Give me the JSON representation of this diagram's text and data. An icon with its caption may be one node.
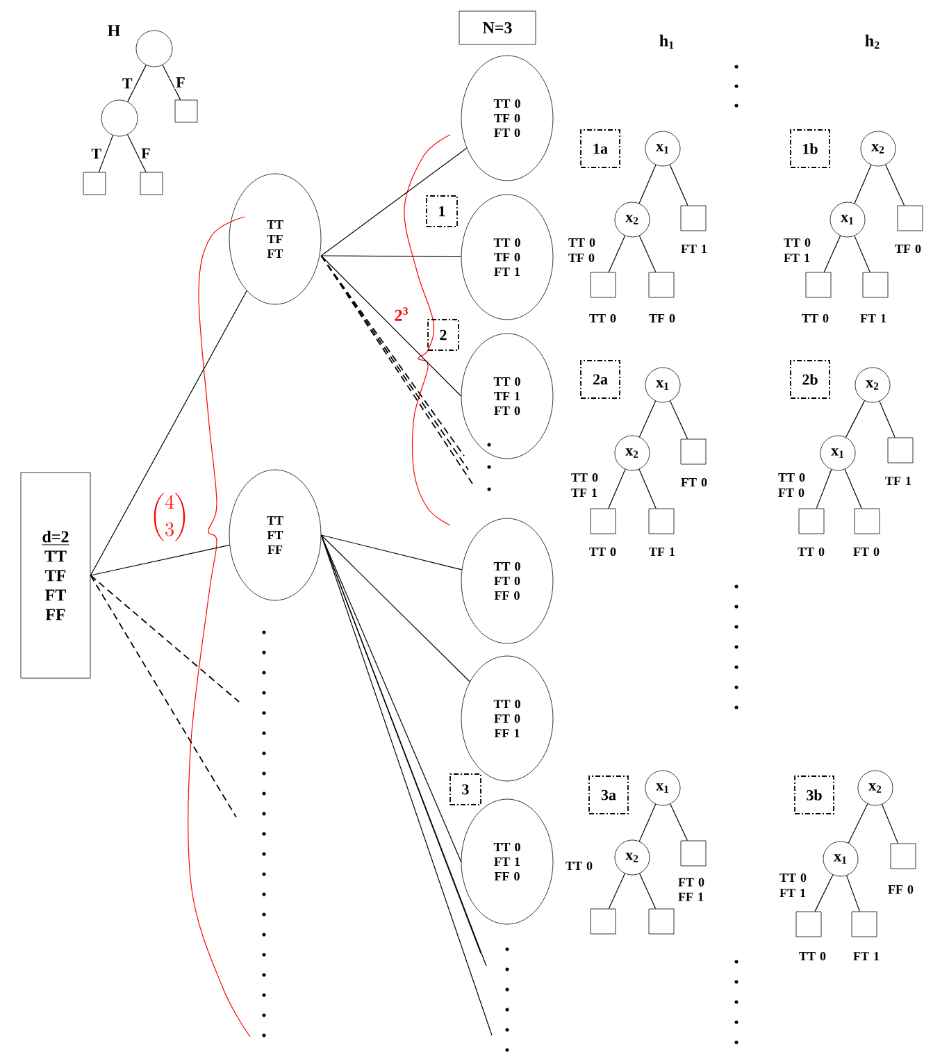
{
  "diagram": {
    "nodes": [
      {
        "text": [],
        "shape": "circle"
      },
      {
        "text": [],
        "shape": "circle"
      },
      {
        "text": [],
        "shape": "box"
      },
      {
        "text": [],
        "shape": "box"
      },
      {
        "text": [],
        "shape": "box"
      },
      {
        "text": [
          "N=3"
        ]
      },
      {
        "text": [
          "d=2",
          "TT TF FT FF"
        ]
      },
      {
        "text": [
          "TT TF FT"
        ]
      },
      {
        "text": [
          "TT FT FF"
        ]
      },
      {
        "text": [
          "TT 0 TF 0 FT 0"
        ]
      },
      {
        "text": [
          "TT 0 TF 0 FT 1"
        ]
      },
      {
        "text": [
          "TT 0 TF 1 FT 0"
        ]
      },
      {
        "text": [
          "TT 0 FT 0 FF 0"
        ]
      },
      {
        "text": [
          "TT 0 FT 0 FF 1"
        ]
      },
      {
        "text": [
          "TT 0 FT 1 FF 0"
        ]
      },
      {
        "text": [
          "1"
        ]
      },
      {
        "text": [
          "2"
        ]
      },
      {
        "text": [
          "3"
        ]
      },
      {
        "text": [
          "1a"
        ]
      },
      {
        "text": [
          "x$_{1}$"
        ]
      },
      {
        "text": [
          "x$_{2}$"
        ]
      },
      {
        "text": [],
        "shape": "box",
        "beside": [
          "FT 1"
        ]
      },
      {
        "text": [],
        "shape": "box",
        "beside": [
          "TT 0"
        ]
      },
      {
        "text": [],
        "shape": "box",
        "beside": [
          "TF 0"
        ]
      },
      {
        "text": [
          "1b"
        ]
      },
      {
        "text": [
          "x$_{2}$"
        ]
      },
      {
        "text": [
          "x$_{1}$"
        ]
      },
      {
        "text": [],
        "shape": "box",
        "beside": [
          "TF 0"
        ]
      },
      {
        "text": [],
        "shape": "box",
        "beside": [
          "TT 0"
        ]
      },
      {
        "text": [],
        "shape": "box",
        "beside": [
          "FT 1"
        ]
      },
      {
        "text": [
          "2a"
        ]
      },
      {
        "text": [
          "x$_{1}$"
        ]
      },
      {
        "text": [
          "x$_{2}$"
        ]
      },
      {
        "text": [],
        "shape": "box",
        "beside": [
          "FT 0"
        ]
      },
      {
        "text": [],
        "shape": "box",
        "beside": [
          "TT 0"
        ]
      },
      {
        "text": [],
        "shape": "box",
        "beside": [
          "TF 1"
        ]
      },
      {
        "text": [
          "2b"
        ]
      },
      {
        "text": [
          "x$_{2}$"
        ]
      },
      {
        "text": [
          "x$_{1}$"
        ]
      },
      {
        "text": [],
        "shape": "box",
        "beside": [
          "TF 1"
        ]
      },
      {
        "text": [],
        "shape": "box",
        "beside": [
          "TT 0"
        ]
      },
      {
        "text": [],
        "shape": "box",
        "beside": [
          "FT 0"
        ]
      },
      {
        "text": [
          "3a"
        ]
      },
      {
        "text": [
          "x$_{1}$"
        ]
      },
      {
        "text": [
          "x$_{2}$"
        ]
      },
      {
        "text": [],
        "shape": "box",
        "beside": [
          "FT 0 FF 1"
        ]
      },
      {
        "text": [],
        "shape": "box"
      },
      {
        "text": [],
        "shape": "box"
      },
      {
        "text": [
          "3b"
        ]
      },
      {
        "text": [
          "x$_{2}$"
        ]
      },
      {
        "text": [
          "x$_{1}$"
        ]
      },
      {
        "text": [],
        "shape": "box",
        "beside": [
          "FF 0"
        ]
      },
      {
        "text": [],
        "shape": "box",
        "beside": [
          "TT 0"
        ]
      },
      {
        "text": [],
        "shape": "box",
        "beside": [
          "FT 1"
        ]
      }
    ],
    "edges": [
      {
        "from": 0,
        "to": 1,
        "arrow": "none",
        "label": "T"
      },
      {
        "from": 0,
        "to": 2,
        "arrow": "none",
        "label": "F"
      },
      {
        "from": 1,
        "to": 3,
        "arrow": "none",
        "label": "T"
      },
      {
        "from": 1,
        "to": 4,
        "arrow": "none",
        "label": "F"
      },
      {
        "from": 6,
        "to": 7,
        "arrow": "none"
      },
      {
        "from": 6,
        "to": 8,
        "arrow": "none"
      },
      {
        "from": 6,
        "to": null,
        "arrow": "none",
        "style": "dashed"
      },
      {
        "from": 6,
        "to": null,
        "arrow": "none",
        "style": "dashed"
      },
      {
        "from": 7,
        "to": 9,
        "arrow": "none"
      },
      {
        "from": 7,
        "to": 10,
        "arrow": "none"
      },
      {
        "from": 7,
        "to": 11,
        "arrow": "none"
      },
      {
        "from": 7,
        "to": null,
        "arrow": "none",
        "style": "dashed"
      },
      {
        "from": 7,
        "to": null,
        "arrow": "none",
        "style": "dashed"
      },
      {
        "from": 7,
        "to": null,
        "arrow": "none",
        "style": "dashed"
      },
      {
        "from": 8,
        "to": 12,
        "arrow": "none"
      },
      {
        "from": 8,
        "to": 13,
        "arrow": "none"
      },
      {
        "from": 8,
        "to": 14,
        "arrow": "none"
      },
      {
        "from": 8,
        "to": null,
        "arrow": "none"
      },
      {
        "from": 8,
        "to": null,
        "arrow": "none"
      },
      {
        "from": 8,
        "to": null,
        "arrow": "none"
      },
      {
        "from": 19,
        "to": 20,
        "arrow": "none"
      },
      {
        "from": 19,
        "to": 21,
        "arrow": "none"
      },
      {
        "from": 20,
        "to": 22,
        "arrow": "none"
      },
      {
        "from": 20,
        "to": 23,
        "arrow": "none"
      },
      {
        "from": 25,
        "to": 26,
        "arrow": "none"
      },
      {
        "from": 25,
        "to": 27,
        "arrow": "none"
      },
      {
        "from": 26,
        "to": 28,
        "arrow": "none"
      },
      {
        "from": 26,
        "to": 29,
        "arrow": "none"
      },
      {
        "from": 31,
        "to": 32,
        "arrow": "none"
      },
      {
        "from": 31,
        "to": 33,
        "arrow": "none"
      },
      {
        "from": 32,
        "to": 34,
        "arrow": "none"
      },
      {
        "from": 32,
        "to": 35,
        "arrow": "none"
      },
      {
        "from": 37,
        "to": 38,
        "arrow": "none"
      },
      {
        "from": 37,
        "to": 39,
        "arrow": "none"
      },
      {
        "from": 38,
        "to": 40,
        "arrow": "none"
      },
      {
        "from": 38,
        "to": 41,
        "arrow": "none"
      },
      {
        "from": 43,
        "to": 44,
        "arrow": "none"
      },
      {
        "from": 43,
        "to": 45,
        "arrow": "none"
      },
      {
        "from": 44,
        "to": 46,
        "arrow": "none"
      },
      {
        "from": 44,
        "to": 47,
        "arrow": "none"
      },
      {
        "from": 49,
        "to": 50,
        "arrow": "none"
      },
      {
        "from": 49,
        "to": 51,
        "arrow": "none"
      },
      {
        "from": 50,
        "to": 52,
        "arrow": "none"
      },
      {
        "from": 50,
        "to": 53,
        "arrow": "none"
      }
    ],
    "labels": [
      "H",
      "h$_{1}$",
      "h$_{2}$",
      "2$^{3}$",
      "\\binom{4}{3}",
      "TT 0 TF 0",
      "TT 0 FT 1",
      "TT 0 TF 1",
      "TT 0 FT 0",
      "TT 0",
      "TT 0 FT 1"
    ]
  }
}
